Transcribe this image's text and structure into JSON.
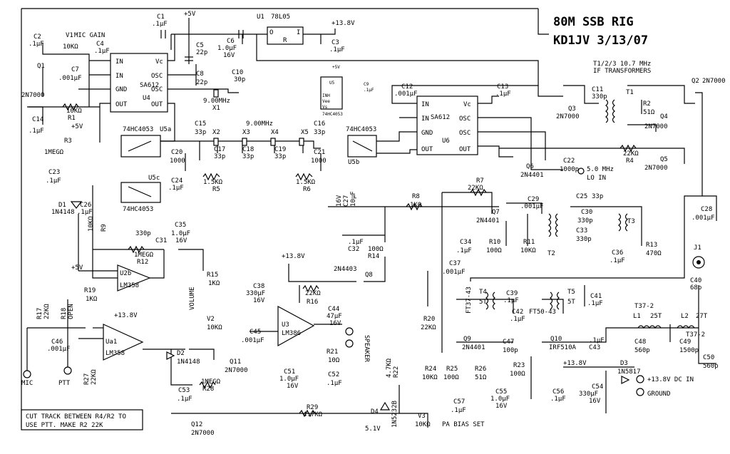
{
  "title": {
    "line1": "80M SSB RIG",
    "line2": "KD1JV 3/13/07"
  },
  "if_note": {
    "line1": "T1/2/3 10.7 MHz",
    "line2": "IF TRANSFORMERS"
  },
  "note": {
    "line1": "CUT TRACK BETWEEN R4/R2 TO",
    "line2": "USE PTT. MAKE R2 22K"
  },
  "power": {
    "plus5": "+5V",
    "plus13_8": "+13.8V",
    "plus5_small": "+5V"
  },
  "labels": {
    "mic": "MIC",
    "ptt": "PTT",
    "speaker": "SPEAKER",
    "ground": "GROUND",
    "dc_in": "+13.8V DC IN",
    "lo_in_freq": "5.0 MHz",
    "lo_in": "LO IN",
    "pa_bias": "PA BIAS SET",
    "volume": "VOLUME",
    "mic_gain": "MIC GAIN",
    "xtal_freq1": "9.00MHz",
    "xtal_freq2": "9.00MHz"
  },
  "ics": {
    "u1": {
      "name": "U1",
      "type": "78L05",
      "pin_i": "I",
      "pin_o": "O",
      "pin_r": "R"
    },
    "u4": {
      "name": "U4",
      "type": "SA612",
      "in1": "IN",
      "in2": "IN",
      "gnd": "GND",
      "out1": "OUT",
      "vc": "Vc",
      "osc1": "OSC",
      "osc2": "OSC",
      "out2": "OUT"
    },
    "u6": {
      "name": "U6",
      "type": "SA612",
      "in1": "IN",
      "in2": "IN",
      "gnd": "GND",
      "out1": "OUT",
      "vc": "Vc",
      "osc1": "OSC",
      "osc2": "OSC",
      "out2": "OUT"
    },
    "u5a": {
      "name": "U5a",
      "type": "74HC4053"
    },
    "u5b": {
      "name": "U5b",
      "type": "74HC4053"
    },
    "u5c": {
      "name": "U5c",
      "type": "74HC4053"
    },
    "u5": {
      "name": "U5",
      "type": "74HC4053",
      "inh": "INH",
      "vee": "Vee",
      "vs": "Vs"
    },
    "u2a": {
      "name": "Ua1",
      "type": "LM358"
    },
    "u2b": {
      "name": "U2b",
      "type": "LM358"
    },
    "u3": {
      "name": "U3",
      "type": "LM386"
    }
  },
  "parts": {
    "c1": "C1",
    "c1v": ".1µF",
    "c2": "C2",
    "c2v": ".1µF",
    "v1": "V1",
    "v1v": "10KΩ",
    "c3": "C3",
    "c3v": ".1µF",
    "c4": "C4",
    "c4v": ".1µF",
    "c5": "C5",
    "c5v": "22p",
    "c6": "C6",
    "c6v": "1.0µF",
    "c6v2": "16V",
    "c7": "C7",
    "c7v": ".001µF",
    "c8": "C8",
    "c8v": "22p",
    "c9": "C9",
    "c9v": ".1µF",
    "c10": "C10",
    "c10v": "30p",
    "c11": "C11",
    "c11v": "330p",
    "c12": "C12",
    "c12v": ".001µF",
    "c13": "C13",
    "c13v": ".1µF",
    "c14": "C14",
    "c14v": ".1µF",
    "c15": "C15",
    "c15v": "33p",
    "c16": "C16",
    "c16v": "33p",
    "c17": "C17",
    "c17v": "33p",
    "c18": "C18",
    "c18v": "33p",
    "c19": "C19",
    "c19v": "33p",
    "c20": "C20",
    "c20v": "1000",
    "c21": "C21",
    "c21v": "1000",
    "c22": "C22",
    "c22v": "1000p",
    "c23": "C23",
    "c23v": ".1µF",
    "c24": "C24",
    "c24v": ".1µF",
    "c25": "C25",
    "c25v": "33p",
    "c26": "C26",
    "c26v": ".1µF",
    "c27": "C27",
    "c27v": "10µF",
    "c27v2": "16V",
    "c28": "C28",
    "c28v": ".001µF",
    "c29": "C29",
    "c29v": ".001µF",
    "c30": "C30",
    "c30v": "330p",
    "c31": "C31",
    "c31v": "330p",
    "c32": "C32",
    "c32v": ".1µF",
    "c33": "C33",
    "c33v": "330p",
    "c34": "C34",
    "c34v": ".1µF",
    "c35": "C35",
    "c35v": "1.0µF",
    "c35v2": "16V",
    "c36": "C36",
    "c36v": ".1µF",
    "c37": "C37",
    "c37v": ".001µF",
    "c38": "C38",
    "c38v": "330µF",
    "c38v2": "16V",
    "c39": "C39",
    "c39v": ".1µF",
    "c40": "C40",
    "c40v": "68p",
    "c41": "C41",
    "c41v": ".1µF",
    "c42": "C42",
    "c42v": ".1µF",
    "c43": "C43",
    "c43v": ".1µF",
    "c44": "C44",
    "c44v": "47µF",
    "c44v2": "16V",
    "c45": "C45",
    "c45v": ".001µF",
    "c46": "C46",
    "c46v": ".001µF",
    "c47": "C47",
    "c47v": "100p",
    "c48": "C48",
    "c48v": "560p",
    "c49": "C49",
    "c49v": "1500p",
    "c50": "C50",
    "c50v": "560p",
    "c51": "C51",
    "c51v": "1.0µF",
    "c51v2": "16V",
    "c52": "C52",
    "c52v": ".1µF",
    "c53": "C53",
    "c53v": ".1µF",
    "c54": "C54",
    "c54v": "330µF",
    "c54v2": "16V",
    "c55": "C55",
    "c55v": "1.0µF",
    "c55v2": "16V",
    "c56": "C56",
    "c56v": ".1µF",
    "c57": "C57",
    "c57v": ".1µF",
    "r1": "R1",
    "r1v": "10KΩ",
    "r2": "R2",
    "r2v": "51Ω",
    "r3": "R3",
    "r3v": "1MEGΩ",
    "r4": "R4",
    "r4v": "22KΩ",
    "r5": "R5",
    "r5v": "1.5KΩ",
    "r6": "R6",
    "r6v": "1.5KΩ",
    "r7": "R7",
    "r7v": "22KΩ",
    "r8": "R8",
    "r8v": "1KΩ",
    "r9": "R9",
    "r9v": "10KΩ",
    "r10": "R10",
    "r10v": "100Ω",
    "r11": "R11",
    "r11v": "10KΩ",
    "r12": "R12",
    "r12v": "1MEGΩ",
    "r13": "R13",
    "r13v": "470Ω",
    "r14": "R14",
    "r14v": "100Ω",
    "r15": "R15",
    "r15v": "1KΩ",
    "r16": "R16",
    "r16v": "22KΩ",
    "r17": "R17",
    "r17v": "22KΩ",
    "r18": "R18",
    "r18v": "OPEN",
    "r19": "R19",
    "r19v": "1KΩ",
    "r20": "R20",
    "r20v": "22KΩ",
    "r21": "R21",
    "r21v": "10Ω",
    "r22": "R22",
    "r22v": "4.7KΩ",
    "r23": "R23",
    "r23v": "100Ω",
    "r24": "R24",
    "r24v": "10KΩ",
    "r25": "R25",
    "r25v": "100Ω",
    "r26": "R26",
    "r26v": "51Ω",
    "r27": "R27",
    "r27v": "22KΩ",
    "r28": "R28",
    "r28v": "1MEGΩ",
    "r29": "R29",
    "r29v": "4.7KΩ",
    "v2": "V2",
    "v2v": "10KΩ",
    "v3": "V3",
    "v3v": "10KΩ",
    "x1": "X1",
    "x2": "X2",
    "x3": "X3",
    "x4": "X4",
    "x5": "X5",
    "t1": "T1",
    "t2": "T2",
    "t3": "T3",
    "t4": "T4",
    "t5": "T5",
    "t4n": "5T",
    "t5n": "5T",
    "t4core": "FT37-43",
    "t5core": "FT50-43",
    "l1": "L1",
    "l1n": "25T",
    "l2": "L2",
    "l2n": "27T",
    "lcore1": "T37-2",
    "lcore2": "T37-2",
    "q1": "Q1",
    "q1v": "2N7000",
    "q2": "Q2",
    "q2v": "2N7000",
    "q3": "Q3",
    "q3v": "2N7000",
    "q4": "Q4",
    "q4v": "2N7000",
    "q5": "Q5",
    "q5v": "2N7000",
    "q6": "Q6",
    "q6v": "2N4401",
    "q7": "Q7",
    "q7v": "2N4401",
    "q8": "Q8",
    "q8v": "2N4403",
    "q9": "Q9",
    "q9v": "2N4401",
    "q10": "Q10",
    "q10v": "IRF510A",
    "q11": "Q11",
    "q11v": "2N7000",
    "q12": "Q12",
    "q12v": "2N7000",
    "d1": "D1",
    "d1v": "1N4148",
    "d2": "D2",
    "d2v": "1N4148",
    "d3": "D3",
    "d3v": "1N5817",
    "d4": "D4",
    "d4v": "1N5232B",
    "d4z": "5.1V",
    "j1": "J1"
  }
}
